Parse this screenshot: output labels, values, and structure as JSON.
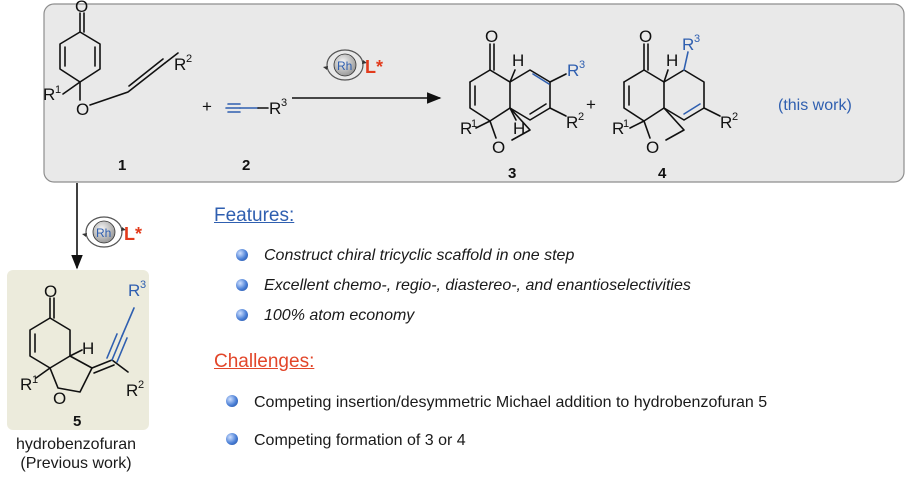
{
  "scheme": {
    "catalyst": {
      "metal": "Rh",
      "ligand": "L*"
    },
    "this_work": "(this work)",
    "compounds": {
      "c1": "1",
      "c2": "2",
      "c3": "3",
      "c4": "4",
      "c5": "5"
    },
    "atoms": {
      "O": "O",
      "H": "H",
      "R": "R"
    },
    "substituents": {
      "r1": "1",
      "r2": "2",
      "r3": "3"
    },
    "plus": "+"
  },
  "previous": {
    "name": "hydrobenzofuran",
    "label": "(Previous work)"
  },
  "features": {
    "heading": "Features:",
    "items": [
      "Construct chiral tricyclic scaffold in one step",
      "Excellent chemo-, regio-, diastereo-, and enantioselectivities",
      "100% atom economy"
    ]
  },
  "challenges": {
    "heading": "Challenges:",
    "items": [
      "Competing insertion/desymmetric Michael addition to hydrobenzofuran 5",
      "Competing formation of 3 or 4"
    ]
  },
  "colors": {
    "box_fill": "#e9e9e9",
    "box_stroke": "#8e8e8e",
    "prev_fill": "#ecebdc",
    "blue": "#2f5fb0",
    "red": "#e23b1c"
  }
}
